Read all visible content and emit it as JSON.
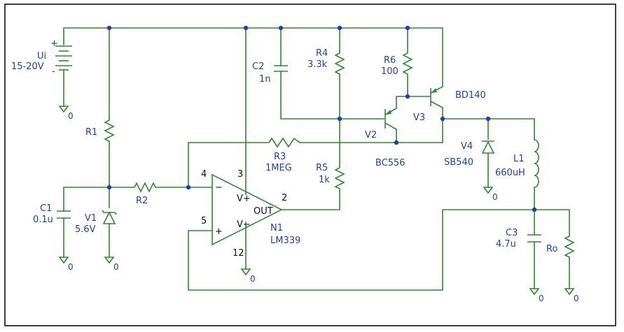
{
  "colors": {
    "wire": "#2e8b2e",
    "label": "#1f3fb0",
    "node": "#1f3fb0",
    "frame": "#000000"
  },
  "components": {
    "ui": {
      "name": "Ui",
      "value": "15-20V",
      "plus": "+",
      "minus": "-"
    },
    "r1": {
      "name": "R1"
    },
    "r2": {
      "name": "R2"
    },
    "r3": {
      "name": "R3",
      "value": "1MEG"
    },
    "r4": {
      "name": "R4",
      "value": "3.3k"
    },
    "r5": {
      "name": "R5",
      "value": "1k"
    },
    "r6": {
      "name": "R6",
      "value": "100"
    },
    "c1": {
      "name": "C1",
      "value": "0.1u"
    },
    "c2": {
      "name": "C2",
      "value": "1n"
    },
    "c3": {
      "name": "C3",
      "value": "4.7u"
    },
    "v1": {
      "name": "V1",
      "value": "5.6V"
    },
    "v2": {
      "name": "V2",
      "value": "BC556"
    },
    "v3": {
      "name": "V3",
      "value": "BD140"
    },
    "v4": {
      "name": "V4",
      "value": "SB540"
    },
    "l1": {
      "name": "L1",
      "value": "660uH"
    },
    "ro": {
      "name": "Ro"
    },
    "n1": {
      "name": "N1",
      "value": "LM339",
      "pin_4": "4",
      "pin_5": "5",
      "pin_3": "3",
      "pin_12": "12",
      "pin_2": "2",
      "minus_sign": "−",
      "plus_sign": "+",
      "vplus": "V+",
      "vminus": "V−",
      "out": "OUT"
    }
  },
  "ground_label": "0"
}
